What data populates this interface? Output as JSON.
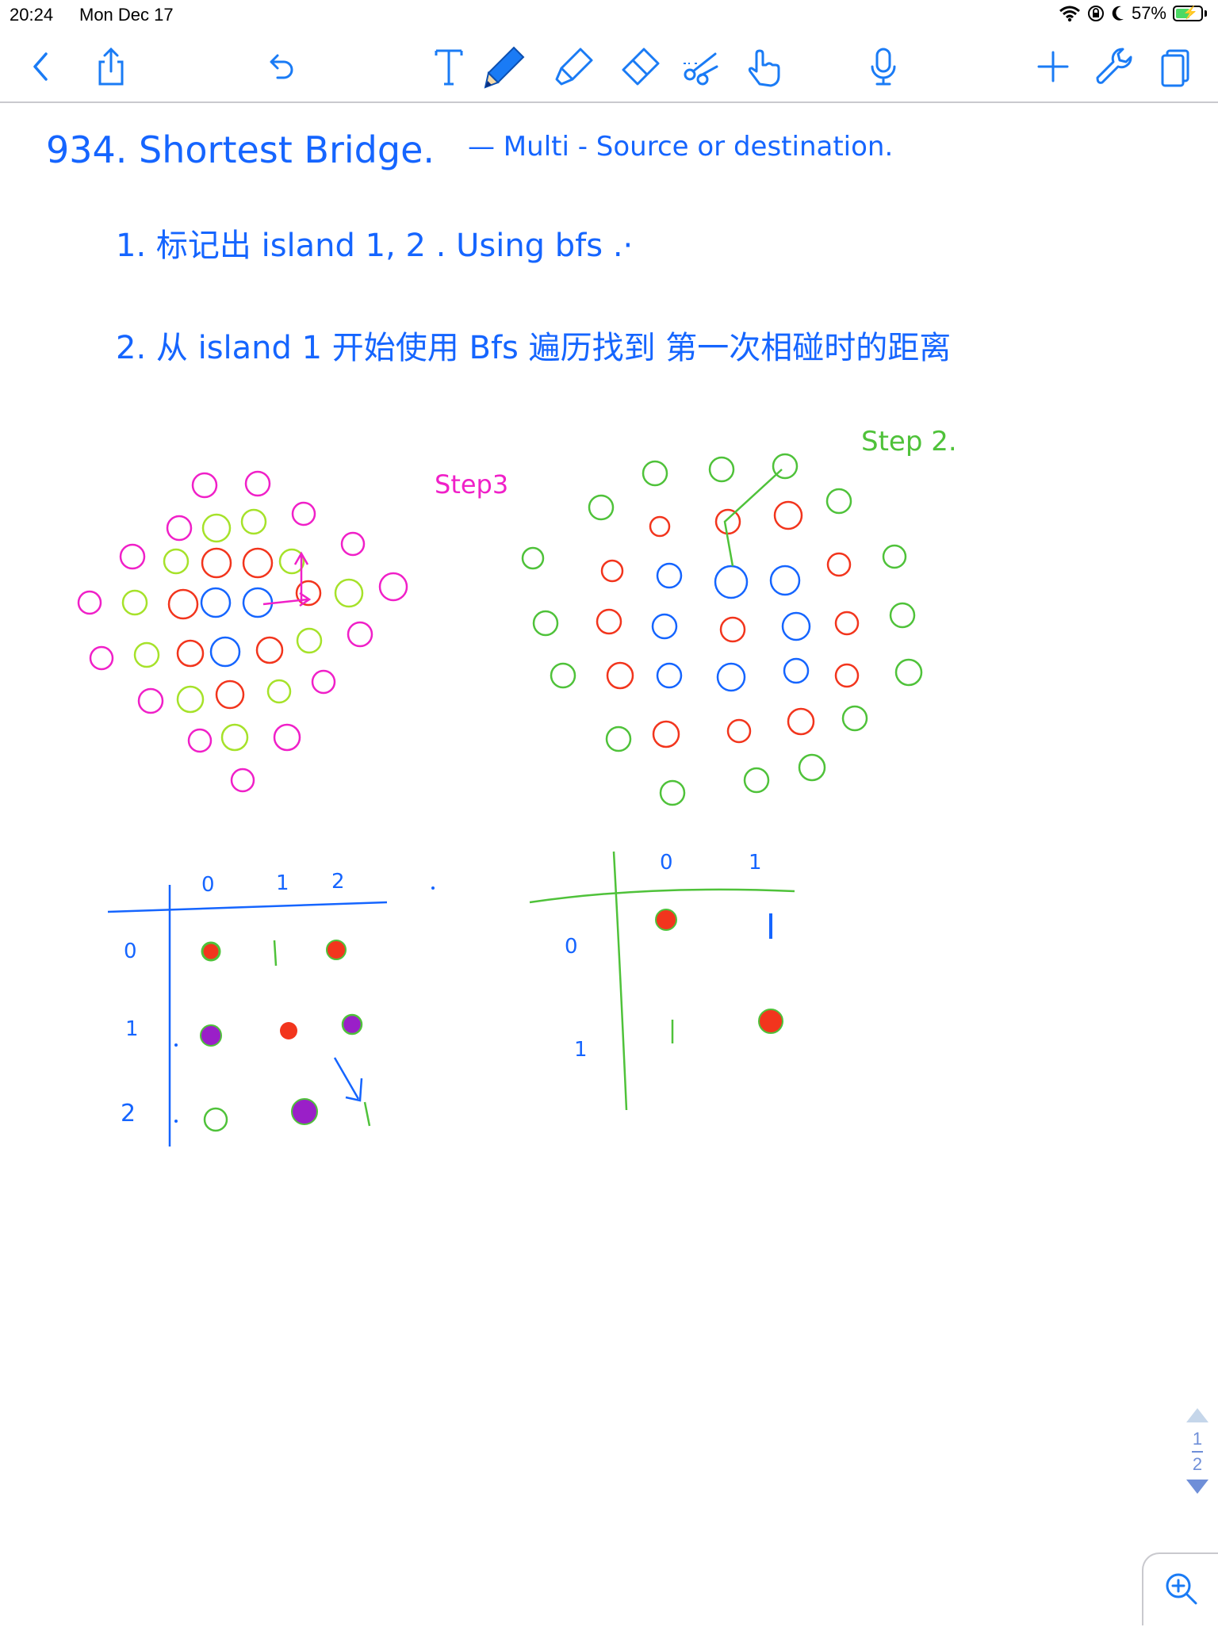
{
  "status_bar": {
    "time": "20:24",
    "date": "Mon Dec 17",
    "battery_percent": "57%",
    "battery_level": 0.57,
    "icons": [
      "wifi-icon",
      "rotation-lock-icon",
      "moon-icon",
      "battery-charging-icon"
    ]
  },
  "toolbar": {
    "left_tools": [
      "back-chevron-icon",
      "share-icon",
      "undo-icon"
    ],
    "center_tools": [
      "text-tool-icon",
      "pen-tool-icon",
      "highlighter-icon",
      "eraser-icon",
      "lasso-scissors-icon",
      "hand-pointer-icon",
      "microphone-icon"
    ],
    "right_tools": [
      "plus-icon",
      "wrench-icon",
      "pages-icon"
    ],
    "active_tool": "pen-tool-icon",
    "accent": "#1a7bf5"
  },
  "notes": {
    "title_line": "934. Shortest Bridge.",
    "title_note": "— Multi - Source or destination.",
    "step1": "1. 标记出 island 1, 2 . Using bfs .·",
    "step2": "2. 从 island 1 开始使用 Bfs 遍历找到 第一次相碰时的距离",
    "label_step3": "Step3",
    "label_step2": "Step 2.",
    "grid1_cols": [
      "0",
      "1",
      "2"
    ],
    "grid1_rows": [
      "0",
      "1",
      "2"
    ],
    "grid2_cols": [
      "0",
      "1"
    ],
    "grid2_rows": [
      "0",
      "1"
    ],
    "ink_colors": {
      "blue": "#1565ff",
      "magenta": "#f020c8",
      "lime": "#a6e22a",
      "red": "#f2351d",
      "green": "#4fc23a",
      "purple": "#9a1fc8"
    }
  },
  "page_nav": {
    "current": "1",
    "total": "2"
  },
  "zoom": {
    "icon": "zoom-in-icon"
  }
}
